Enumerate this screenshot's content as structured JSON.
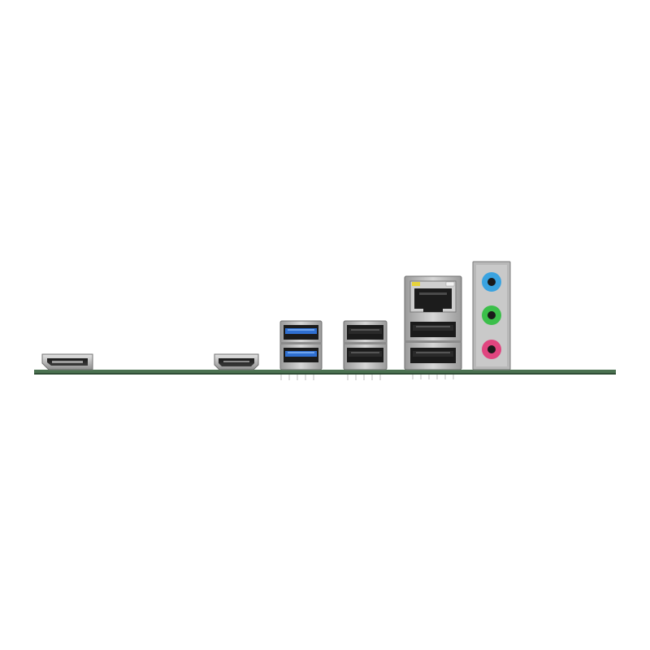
{
  "board": {
    "pcb_color": "#4a7150",
    "pcb_edge_color": "#2f4d35"
  },
  "ports": {
    "displayport": {
      "icon": "displayport-icon"
    },
    "hdmi": {
      "icon": "hdmi-icon"
    },
    "usb3_stack": {
      "icon": "usb-icon",
      "tongue_color": "#2f6fd0",
      "count": 2
    },
    "usb2_stack": {
      "icon": "usb-icon",
      "tongue_color": "#2a2a2a",
      "count": 2
    },
    "lan_usb_stack": {
      "icon": "ethernet-icon",
      "led_left": "#e6d23a",
      "led_right": "#f2f2f2",
      "usb_count": 2
    },
    "audio_stack": {
      "icon": "audio-jack-icon",
      "jacks": [
        {
          "name": "line-in",
          "color": "#3aa3e0"
        },
        {
          "name": "line-out",
          "color": "#3bbf4a"
        },
        {
          "name": "mic-in",
          "color": "#e0457f"
        }
      ]
    }
  }
}
